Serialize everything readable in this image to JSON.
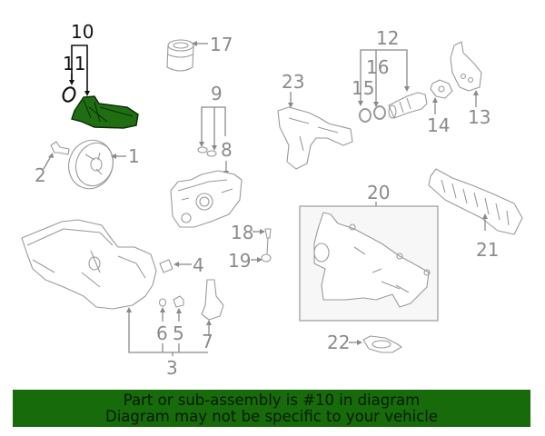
{
  "diagram": {
    "highlighted_part": "10",
    "highlight_color": "#1f6e12",
    "banner_color": "#176b0a",
    "callouts": [
      {
        "id": "1",
        "label": "1"
      },
      {
        "id": "2",
        "label": "2"
      },
      {
        "id": "3",
        "label": "3"
      },
      {
        "id": "4",
        "label": "4"
      },
      {
        "id": "5",
        "label": "5"
      },
      {
        "id": "6",
        "label": "6"
      },
      {
        "id": "7",
        "label": "7"
      },
      {
        "id": "8",
        "label": "8"
      },
      {
        "id": "9",
        "label": "9"
      },
      {
        "id": "10",
        "label": "10"
      },
      {
        "id": "11",
        "label": "11"
      },
      {
        "id": "12",
        "label": "12"
      },
      {
        "id": "13",
        "label": "13"
      },
      {
        "id": "14",
        "label": "14"
      },
      {
        "id": "15",
        "label": "15"
      },
      {
        "id": "16",
        "label": "16"
      },
      {
        "id": "17",
        "label": "17"
      },
      {
        "id": "18",
        "label": "18"
      },
      {
        "id": "19",
        "label": "19"
      },
      {
        "id": "20",
        "label": "20"
      },
      {
        "id": "21",
        "label": "21"
      },
      {
        "id": "22",
        "label": "22"
      },
      {
        "id": "23",
        "label": "23"
      }
    ]
  },
  "banner": {
    "line1": "Part or sub-assembly is #10 in diagram",
    "line2": "Diagram may not be specific to your vehicle"
  }
}
